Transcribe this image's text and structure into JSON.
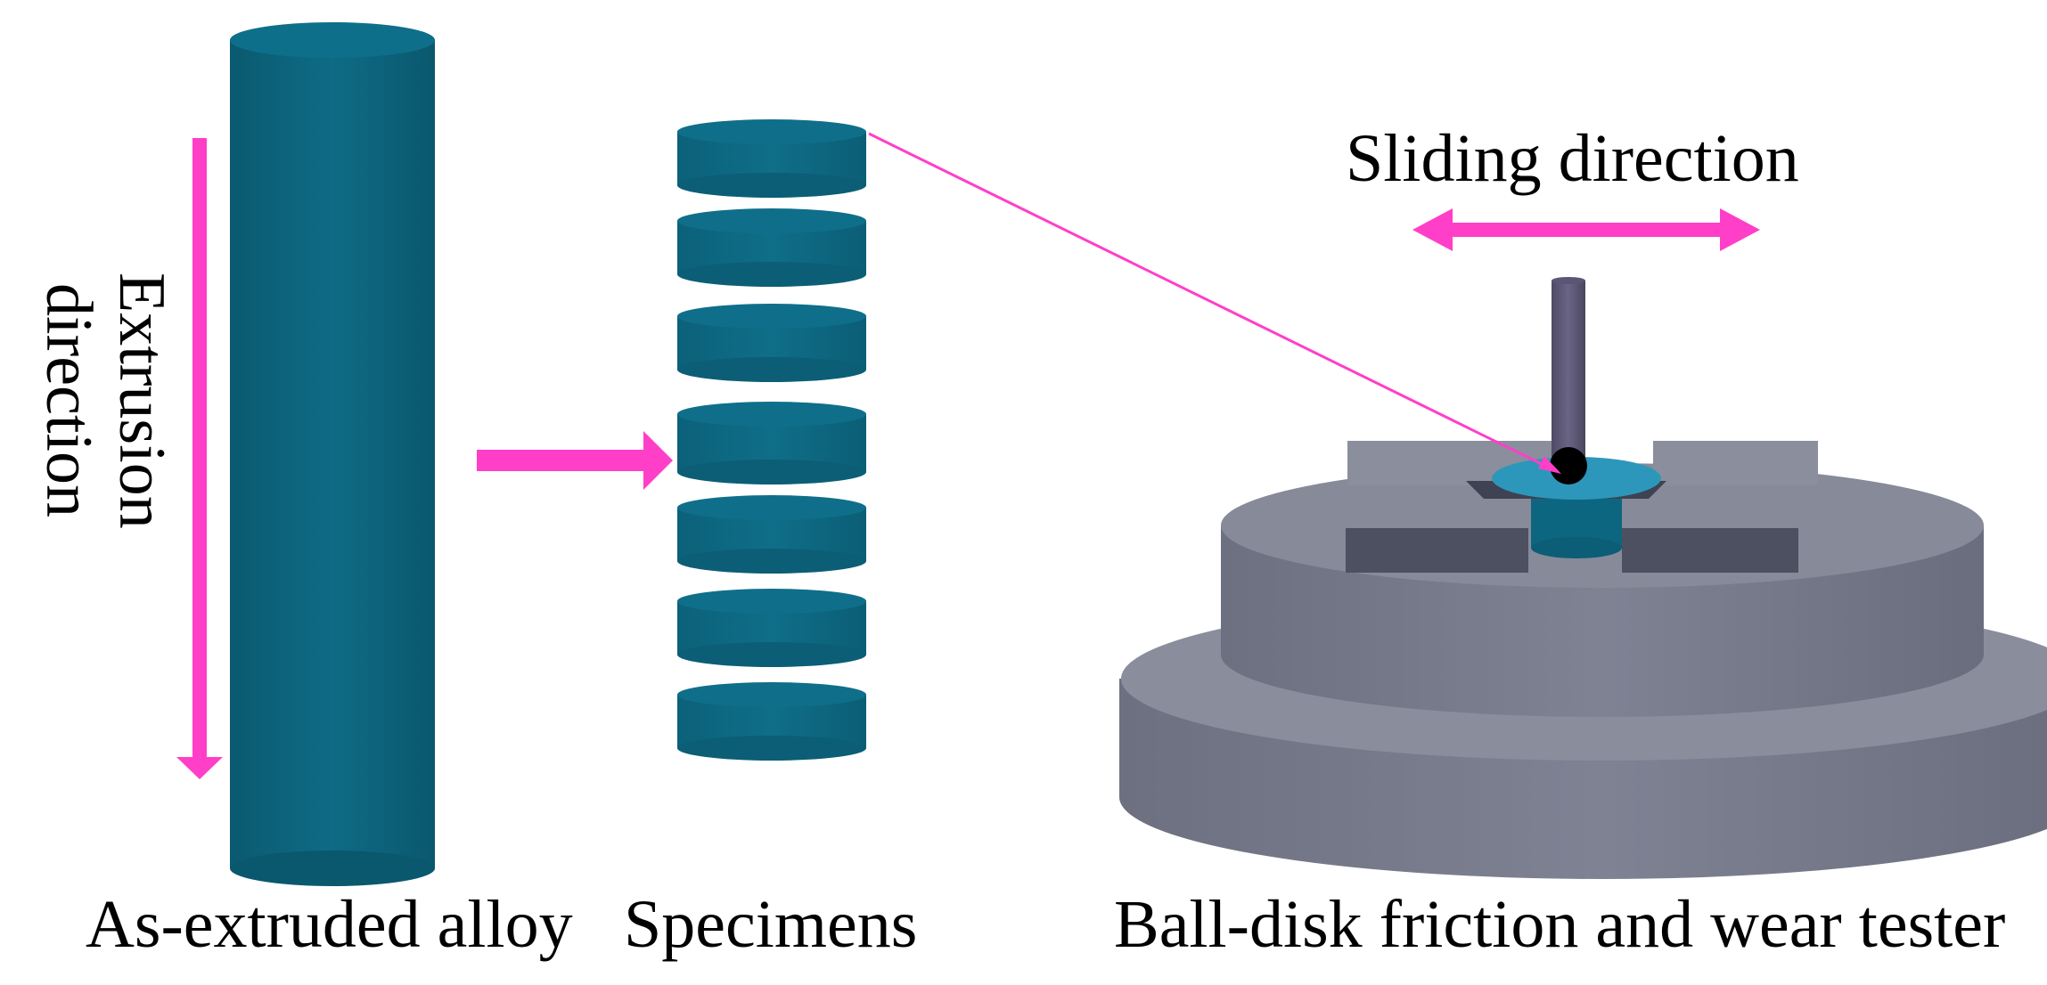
{
  "labels": {
    "as_extruded_alloy": "As-extruded alloy",
    "specimens": "Specimens",
    "tester": "Ball-disk friction and wear tester",
    "sliding_direction": "Sliding direction",
    "extrusion_direction": "Extrusion direction"
  },
  "colors": {
    "alloy_teal": "#0b5f78",
    "arrow_magenta": "#ff3fc8",
    "tester_gray": "#7b7f8f",
    "slot_dark": "#4d5060",
    "specimen_blue": "#2d97bb"
  },
  "specimen_count": 7
}
